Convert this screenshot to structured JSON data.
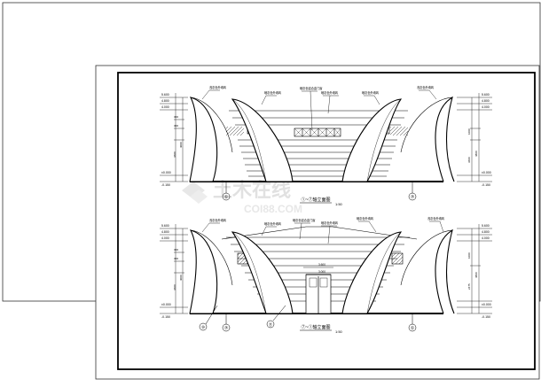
{
  "drawing": {
    "elev_top": {
      "title": "①~⑦轴立面图",
      "scale": "1:50",
      "notes": [
        "浅灰色外墙砖",
        "暗灰色外墙砖",
        "暗灰色铝合金门窗",
        "暗灰色外墙砖",
        "暗灰色外墙砖",
        "浅灰色外墙砖"
      ],
      "heights_left": [
        "5.600",
        "4.800",
        "4.000",
        "±0.000",
        "-0.150"
      ],
      "heights_right": [
        "5.600",
        "4.800",
        "4.000",
        "±0.000",
        "-0.150"
      ],
      "dims": [
        "300",
        "300",
        "4000",
        "3600",
        "1000",
        "4800"
      ],
      "axes": [
        "①",
        "⑦"
      ]
    },
    "elev_bottom": {
      "title": "⑦~①轴立面图",
      "scale": "1:50",
      "notes": [
        "浅灰色外墙砖",
        "暗灰色外墙砖",
        "暗灰色铝合金门窗",
        "暗灰色外墙砖",
        "暗灰色外墙砖",
        "浅灰色外墙砖"
      ],
      "heights_left": [
        "5.600",
        "4.800",
        "4.000",
        "±0.000",
        "-0.150"
      ],
      "heights_right": [
        "5.600",
        "4.800",
        "4.000",
        "±0.000",
        "-0.150"
      ],
      "door_levels": [
        "3.600",
        "3.000"
      ],
      "dims": [
        "300",
        "300",
        "4000",
        "3600",
        "1000",
        "4800",
        "2475"
      ],
      "axes": [
        "⑦",
        "①"
      ],
      "tags": [
        "⑩",
        "⑪"
      ]
    },
    "watermark": {
      "brand": "土木在线",
      "url": "COI88.COM"
    }
  }
}
